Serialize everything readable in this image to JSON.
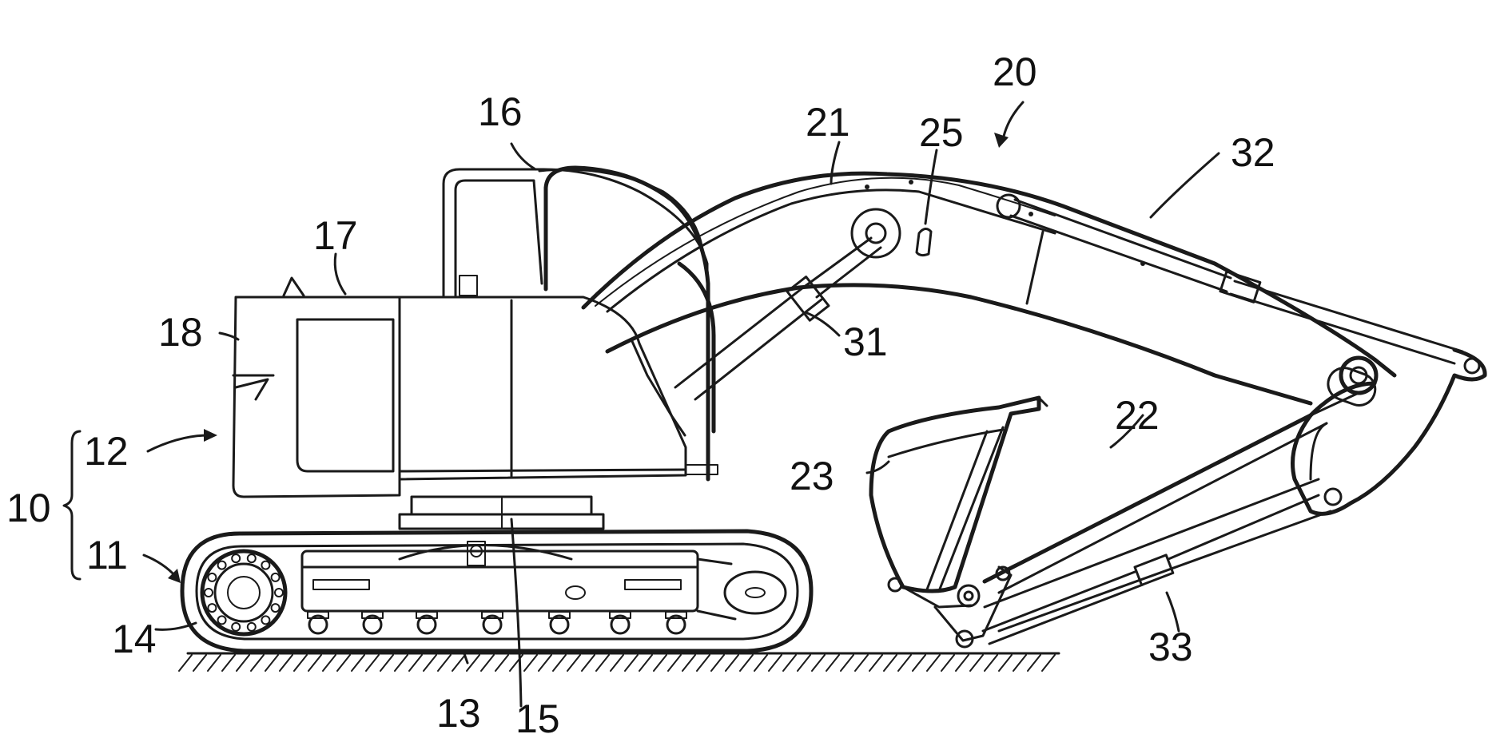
{
  "figure": {
    "labels": {
      "l10": "10",
      "l11": "11",
      "l12": "12",
      "l13": "13",
      "l14": "14",
      "l15": "15",
      "l16": "16",
      "l17": "17",
      "l18": "18",
      "l20": "20",
      "l21": "21",
      "l22": "22",
      "l23": "23",
      "l25": "25",
      "l31": "31",
      "l32": "32",
      "l33": "33"
    }
  }
}
